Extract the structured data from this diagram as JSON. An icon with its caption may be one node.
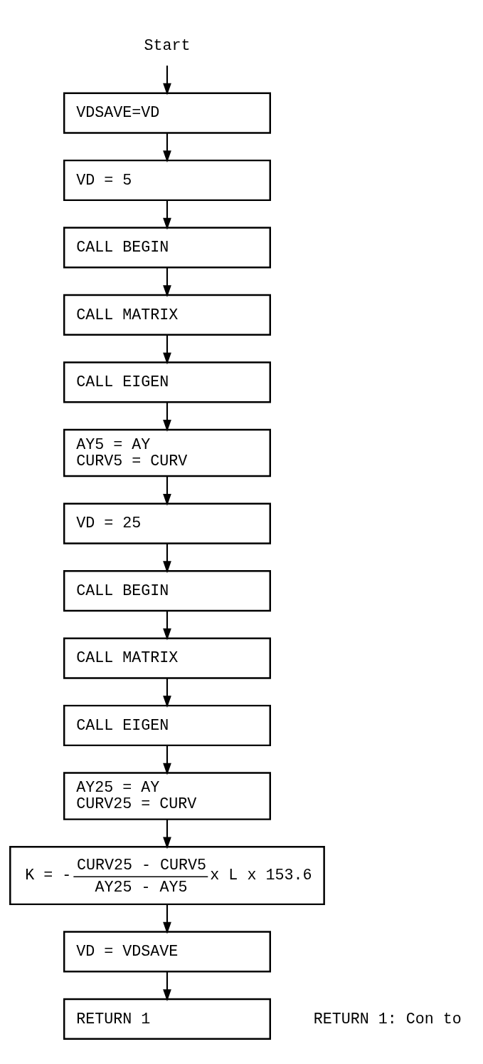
{
  "diagram": {
    "nodes": [
      {
        "text": [
          "Start"
        ]
      },
      {
        "text": [
          "VDSAVE=VD"
        ]
      },
      {
        "text": [
          "VD = 5"
        ]
      },
      {
        "text": [
          "CALL BEGIN"
        ]
      },
      {
        "text": [
          "CALL MATRIX"
        ]
      },
      {
        "text": [
          "CALL EIGEN"
        ]
      },
      {
        "text": [
          "AY5 = AY",
          "CURV5 = CURV"
        ]
      },
      {
        "text": [
          "VD = 25"
        ]
      },
      {
        "text": [
          "CALL BEGIN"
        ]
      },
      {
        "text": [
          "CALL MATRIX"
        ]
      },
      {
        "text": [
          "CALL EIGEN"
        ]
      },
      {
        "text": [
          "AY25 = AY",
          "CURV25 = CURV"
        ]
      },
      {
        "text": [
          "K = -",
          "CURV25 - CURV5",
          "AY25 - AY5",
          "x L x 153.6"
        ]
      },
      {
        "text": [
          "VD = VDSAVE"
        ]
      },
      {
        "text": [
          "RETURN 1"
        ]
      }
    ],
    "edges": [
      {
        "from": 0,
        "to": 1,
        "arrow": "to"
      },
      {
        "from": 1,
        "to": 2,
        "arrow": "to"
      },
      {
        "from": 2,
        "to": 3,
        "arrow": "to"
      },
      {
        "from": 3,
        "to": 4,
        "arrow": "to"
      },
      {
        "from": 4,
        "to": 5,
        "arrow": "to"
      },
      {
        "from": 5,
        "to": 6,
        "arrow": "to"
      },
      {
        "from": 6,
        "to": 7,
        "arrow": "to"
      },
      {
        "from": 7,
        "to": 8,
        "arrow": "to"
      },
      {
        "from": 8,
        "to": 9,
        "arrow": "to"
      },
      {
        "from": 9,
        "to": 10,
        "arrow": "to"
      },
      {
        "from": 10,
        "to": 11,
        "arrow": "to"
      },
      {
        "from": 11,
        "to": 12,
        "arrow": "to"
      },
      {
        "from": 12,
        "to": 13,
        "arrow": "to"
      },
      {
        "from": 13,
        "to": 14,
        "arrow": "to"
      }
    ],
    "labels": [
      "RETURN 1: Con to"
    ]
  }
}
